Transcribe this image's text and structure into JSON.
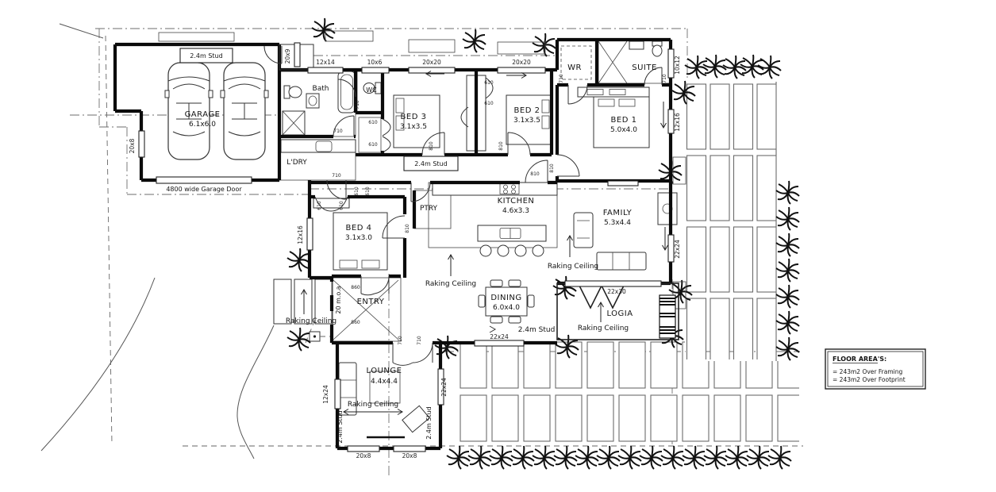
{
  "plan": {
    "rooms": {
      "garage": {
        "name": "GARAGE",
        "size": "6.1x6.0"
      },
      "bath": {
        "name": "Bath"
      },
      "wc": {
        "name": "WC"
      },
      "ldry": {
        "name": "L'DRY"
      },
      "bed1": {
        "name": "BED 1",
        "size": "5.0x4.0"
      },
      "bed2": {
        "name": "BED 2",
        "size": "3.1x3.5"
      },
      "bed3": {
        "name": "BED 3",
        "size": "3.1x3.5"
      },
      "bed4": {
        "name": "BED 4",
        "size": "3.1x3.0"
      },
      "wr": {
        "name": "WR"
      },
      "suite": {
        "name": "SUITE"
      },
      "ptry": {
        "name": "PTRY"
      },
      "kitchen": {
        "name": "KITCHEN",
        "size": "4.6x3.3"
      },
      "family": {
        "name": "FAMILY",
        "size": "5.3x4.4"
      },
      "dining": {
        "name": "DINING",
        "size": "6.0x4.0"
      },
      "entry": {
        "name": "ENTRY"
      },
      "lounge": {
        "name": "LOUNGE",
        "size": "4.4x4.4"
      },
      "logia": {
        "name": "LOGIA"
      }
    },
    "notes": {
      "stud24": "2.4m Stud",
      "raking": "Raking Ceiling",
      "garage_door": "4800 wide Garage Door",
      "moa": "20 m.o.a"
    },
    "windows": {
      "w20x8": "20x8",
      "w20x9": "20x9",
      "w12x14": "12x14",
      "w10x6": "10x6",
      "w20x20": "20x20",
      "w10x12": "10x12",
      "w12x16": "12x16",
      "w22x24": "22x24",
      "w22x30": "22x30",
      "w12x24": "12x24"
    },
    "doors": {
      "d710": "710",
      "d610": "610",
      "d810": "810",
      "d860": "860"
    },
    "legend": {
      "title": "FLOOR AREA'S:",
      "lines": [
        "= 243m2 Over Framing",
        "= 243m2 Over Footprint"
      ]
    }
  }
}
